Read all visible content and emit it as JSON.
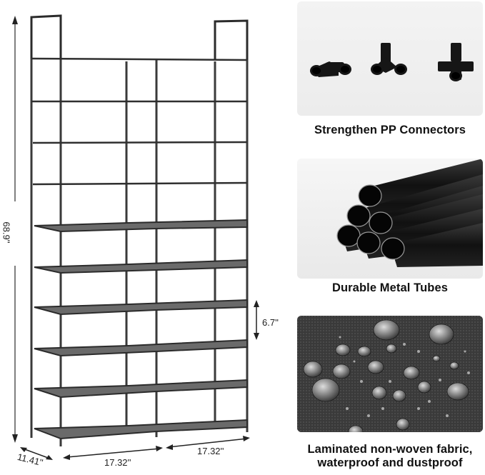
{
  "product": {
    "type": "10-tier double-row shoe rack",
    "tiers": 10,
    "columns": 2
  },
  "dimensions": {
    "height": "68.9''",
    "tier_gap": "6.7''",
    "depth": "11.41''",
    "width_left": "17.32''",
    "width_right": "17.32''"
  },
  "features": [
    {
      "caption": "Strengthen PP Connectors",
      "image": "black plastic elbow, 3-way and 4-way connectors"
    },
    {
      "caption": "Durable Metal Tubes",
      "image": "bundle of six black metal tubes"
    },
    {
      "caption_line1": "Laminated non-woven fabric,",
      "caption_line2": "waterproof and dustproof",
      "image": "water droplets on dark fabric"
    }
  ],
  "colors": {
    "frame": "#2b2b2b",
    "shelf": "#5a5a5a",
    "fabric": "#3b3b3b"
  }
}
